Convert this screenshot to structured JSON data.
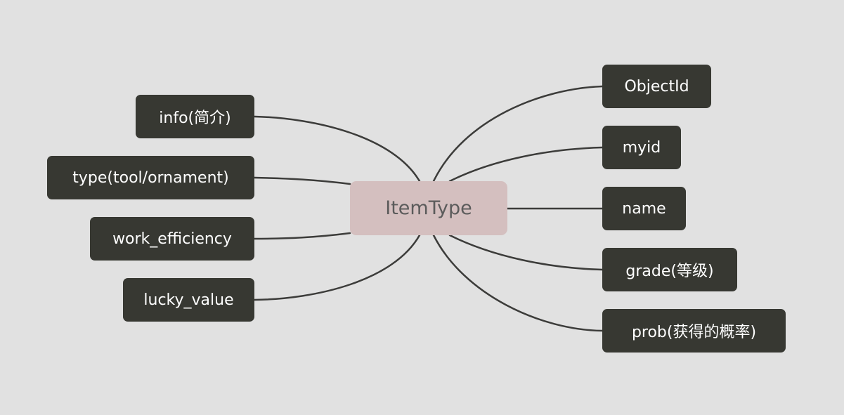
{
  "diagram": {
    "type": "mind-map",
    "root": {
      "label": "ItemType"
    },
    "left_branches": [
      {
        "id": "info",
        "label": "info(简介)"
      },
      {
        "id": "type",
        "label": "type(tool/ornament)"
      },
      {
        "id": "work",
        "label": "work_efficiency"
      },
      {
        "id": "lucky",
        "label": "lucky_value"
      }
    ],
    "right_branches": [
      {
        "id": "objectid",
        "label": "ObjectId"
      },
      {
        "id": "myid",
        "label": "myid"
      },
      {
        "id": "name",
        "label": "name"
      },
      {
        "id": "grade",
        "label": "grade(等级)"
      },
      {
        "id": "prob",
        "label": "prob(获得的概率)"
      }
    ]
  },
  "colors": {
    "background": "#e1e1e1",
    "root_fill": "#d4bfbf",
    "root_text": "#5b5b5b",
    "node_fill": "#373832",
    "node_text": "#ffffff",
    "connector": "#3c3c3a"
  }
}
